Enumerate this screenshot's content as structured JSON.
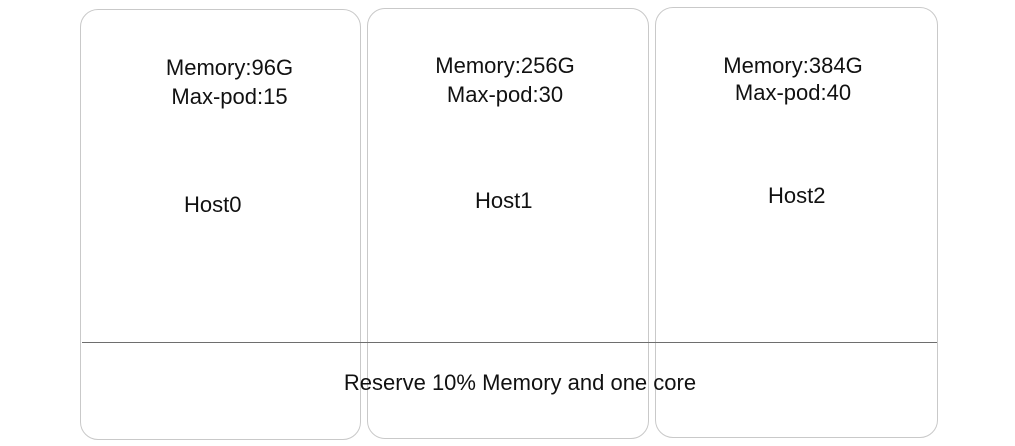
{
  "hosts": [
    {
      "name": "Host0",
      "memory": "Memory:96G",
      "max_pod": "Max-pod:15"
    },
    {
      "name": "Host1",
      "memory": "Memory:256G",
      "max_pod": "Max-pod:30"
    },
    {
      "name": "Host2",
      "memory": "Memory:384G",
      "max_pod": "Max-pod:40"
    }
  ],
  "reserve_note": "Reserve 10% Memory and one core",
  "colors": {
    "box_border": "#c9c9c9",
    "divider": "#6e6e6e",
    "text": "#111111"
  }
}
